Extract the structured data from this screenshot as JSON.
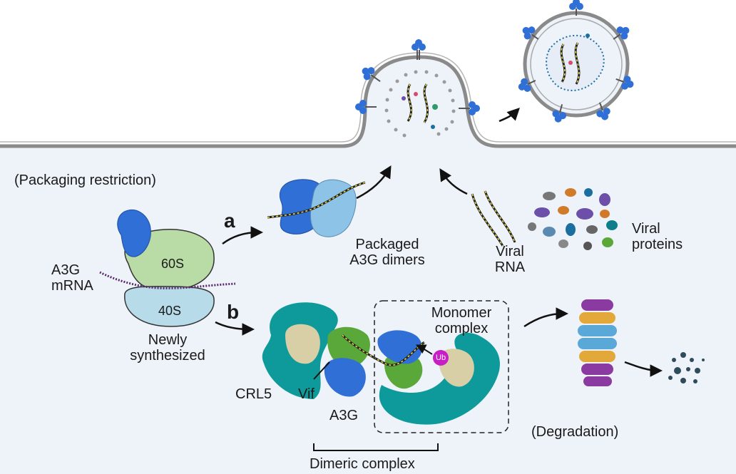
{
  "labels": {
    "packaging_restriction": "(Packaging restriction)",
    "step_a": "a",
    "step_b": "b",
    "packaged_dimers": "Packaged\nA3G dimers",
    "viral_rna": "Viral\nRNA",
    "viral_proteins": "Viral\nproteins",
    "a3g_mrna": "A3G\nmRNA",
    "ribosome_60s": "60S",
    "ribosome_40s": "40S",
    "newly_synthesized": "Newly\nsynthesized",
    "monomer_complex": "Monomer\ncomplex",
    "crl5": "CRL5",
    "vif": "Vif",
    "a3g": "A3G",
    "ubiquitin": "Ub",
    "dimeric_complex": "Dimeric complex",
    "degradation": "(Degradation)"
  },
  "colors": {
    "cell_background": "#eef3fa",
    "membrane": "#8a8a8a",
    "a3g_blue": "#2f6fd6",
    "a3g_light_blue": "#8ec3e8",
    "ribosome_60s": "#b9dba5",
    "ribosome_40s": "#b7dbe9",
    "vif_green": "#5aa83a",
    "crl5_teal": "#0e9a9a",
    "elongin_tan": "#d8cfa6",
    "rna_yellow": "#f2e04a",
    "ubiquitin_magenta": "#c81ec8"
  }
}
